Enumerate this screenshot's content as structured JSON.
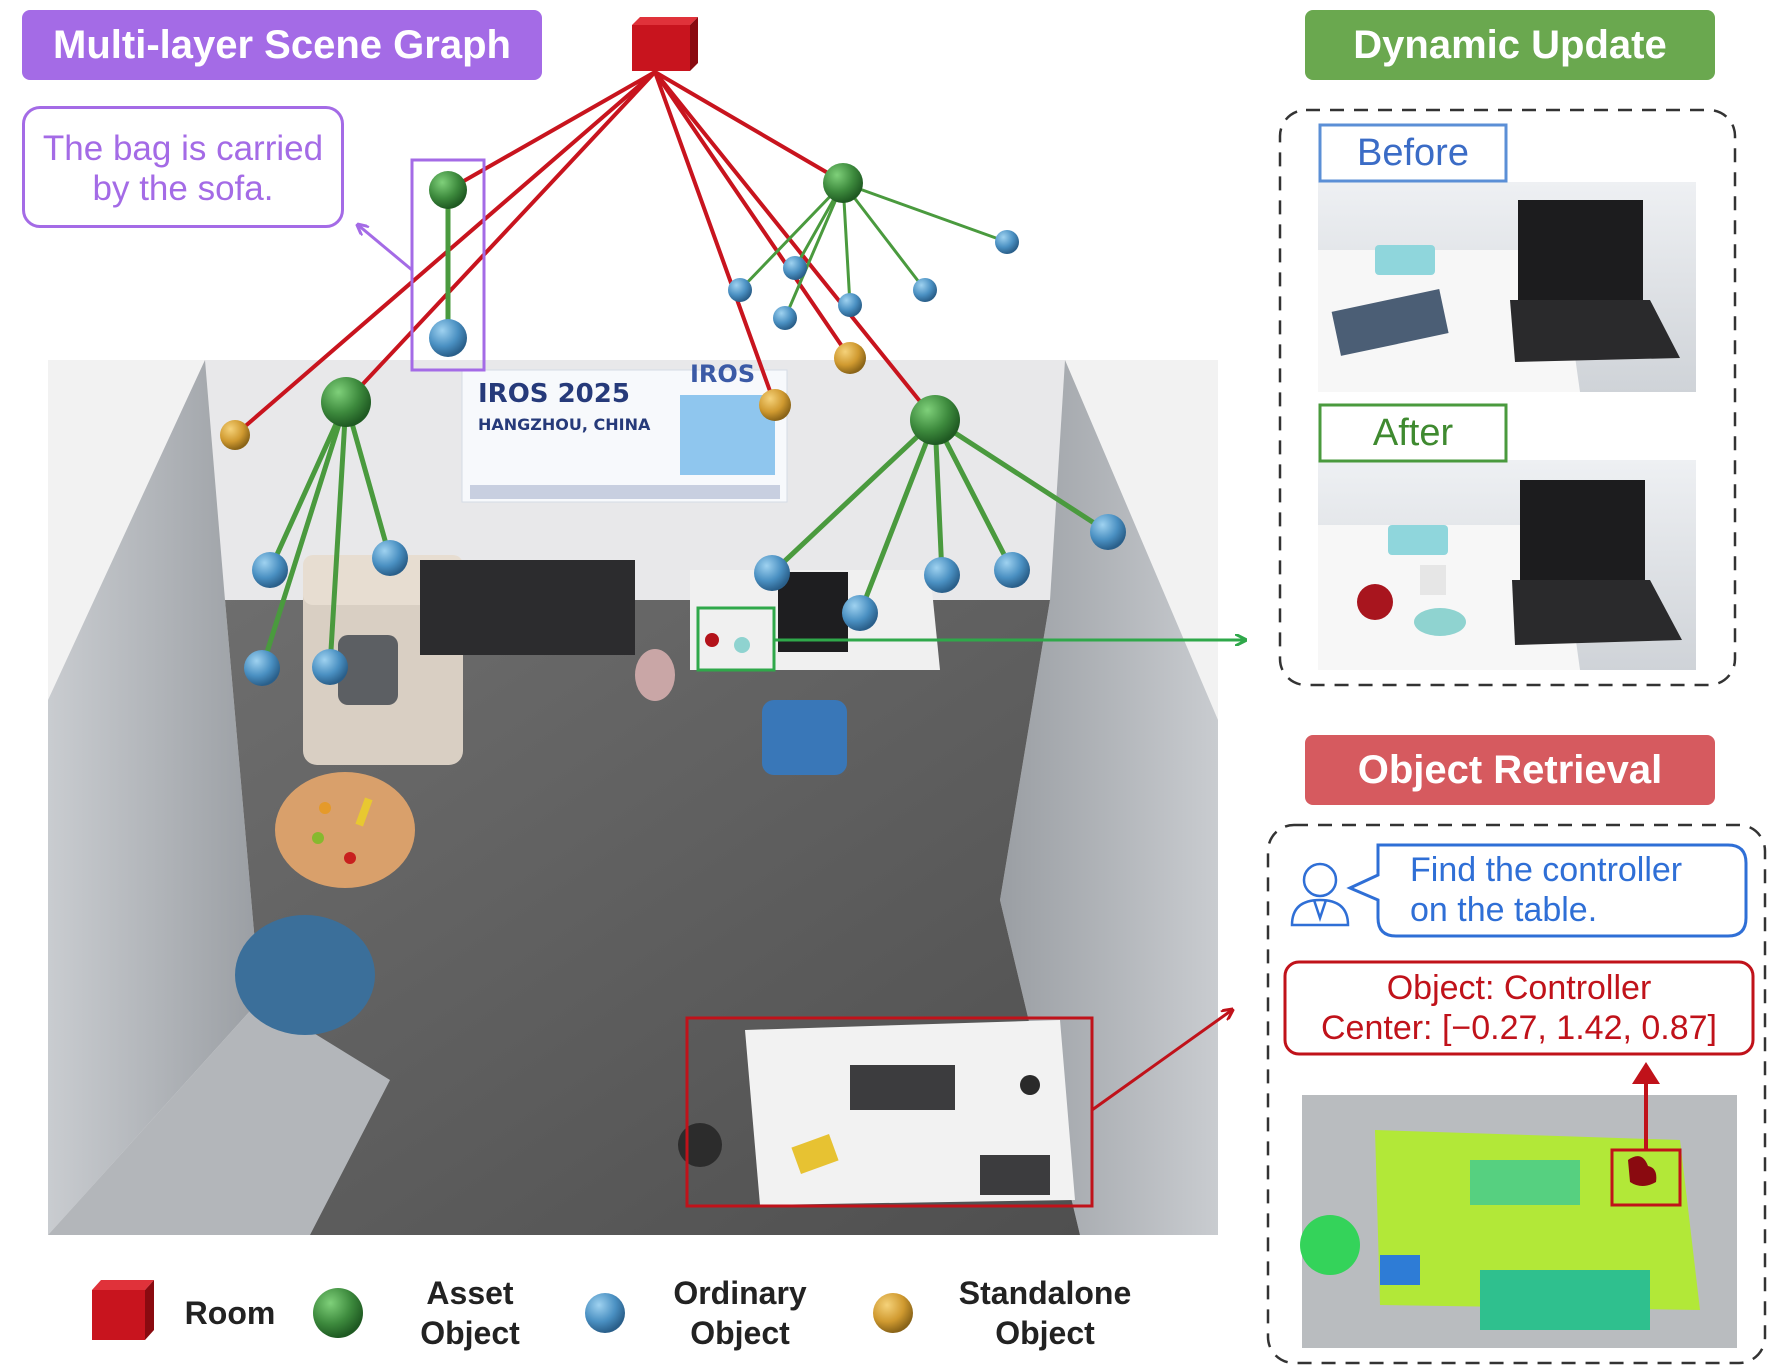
{
  "headings": {
    "scene_graph": "Multi-layer Scene Graph",
    "dynamic_update": "Dynamic Update",
    "object_retrieval": "Object Retrieval"
  },
  "annotation": {
    "line1": "The bag is carried",
    "line2": "by the sofa."
  },
  "dynamic_update": {
    "before_label": "Before",
    "after_label": "After"
  },
  "retrieval": {
    "query_line1": "Find the controller",
    "query_line2": "on the table.",
    "result_line1": "Object: Controller",
    "result_line2": "Center: [−0.27, 1.42, 0.87]"
  },
  "poster": {
    "line1": "IROS 2025",
    "line2": "HANGZHOU, CHINA",
    "logo": "IROS"
  },
  "legend": [
    {
      "shape": "cube",
      "line1": "Room",
      "line2": ""
    },
    {
      "shape": "sphere-green",
      "line1": "Asset",
      "line2": "Object"
    },
    {
      "shape": "sphere-blue",
      "line1": "Ordinary",
      "line2": "Object"
    },
    {
      "shape": "sphere-orange",
      "line1": "Standalone",
      "line2": "Object"
    }
  ],
  "colors": {
    "purple": "#a46be6",
    "green": "#6aa84f",
    "red": "#d65a5f",
    "dark_red": "#c0121a",
    "blue": "#2f6fd6",
    "edge_red": "#c8141e",
    "edge_green": "#4a9a3e",
    "asset_green": "#3d8a3d",
    "ordinary_blue": "#4a90c2",
    "standalone_orange": "#d09a30"
  }
}
